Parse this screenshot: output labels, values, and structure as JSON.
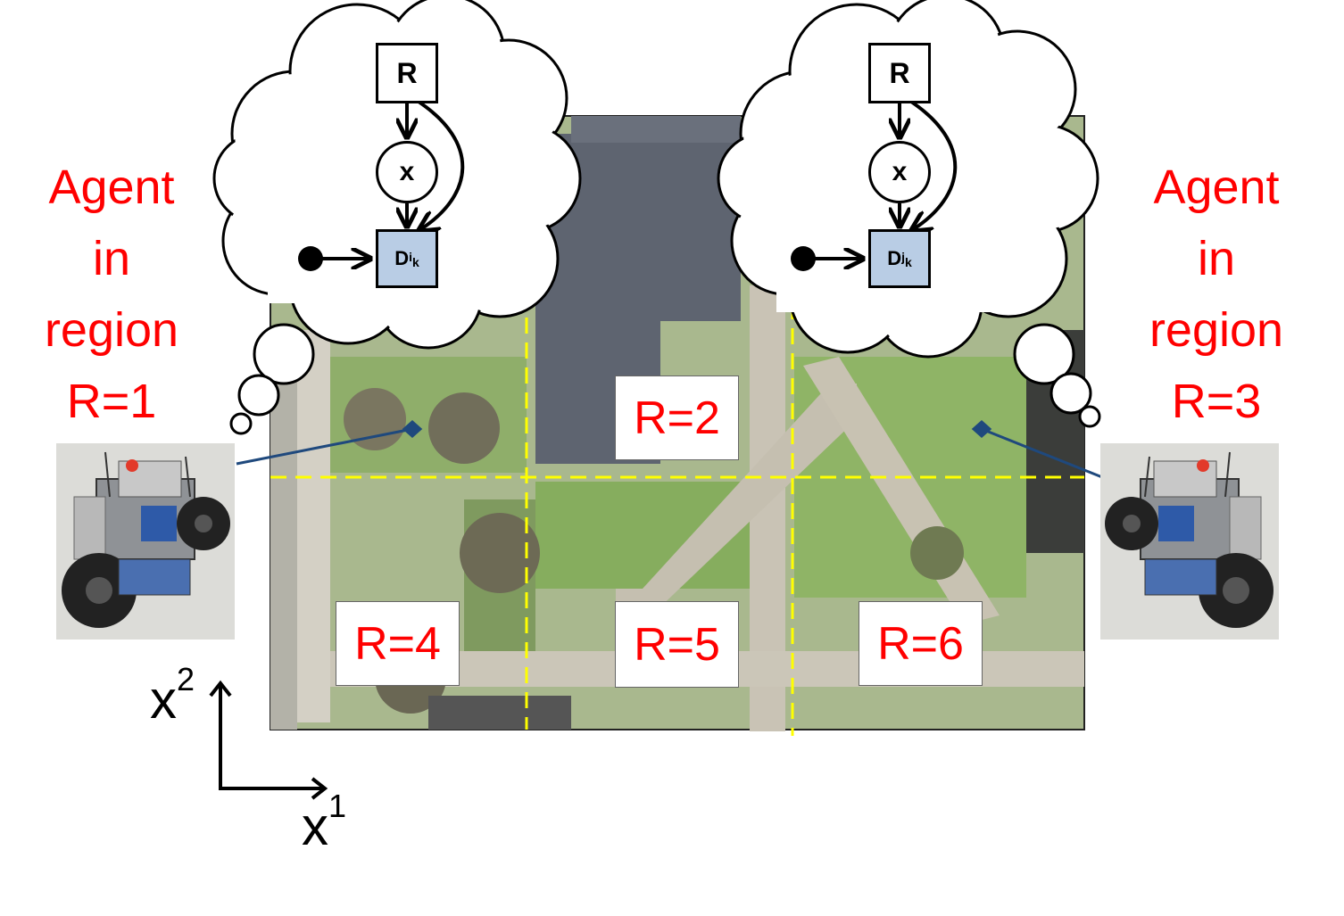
{
  "agents": [
    {
      "lines": [
        "Agent",
        "in",
        "region",
        "R=1"
      ]
    },
    {
      "lines": [
        "Agent",
        "in",
        "region",
        "R=3"
      ]
    }
  ],
  "regions": [
    "R=2",
    "R=4",
    "R=5",
    "R=6"
  ],
  "belief_left": {
    "r": "R",
    "x": "x",
    "d": "D",
    "d_sup": "i",
    "d_sub": "k"
  },
  "belief_right": {
    "r": "R",
    "x": "x",
    "d": "D",
    "d_sup": "j",
    "d_sub": "k"
  },
  "axes": {
    "x1": "x",
    "x1_sup": "1",
    "x2": "x",
    "x2_sup": "2"
  },
  "colors": {
    "label_red": "#ff0000",
    "grid_yellow": "#ffff00",
    "node_blue": "#b9cde5",
    "pointer_navy": "#1f497d"
  }
}
